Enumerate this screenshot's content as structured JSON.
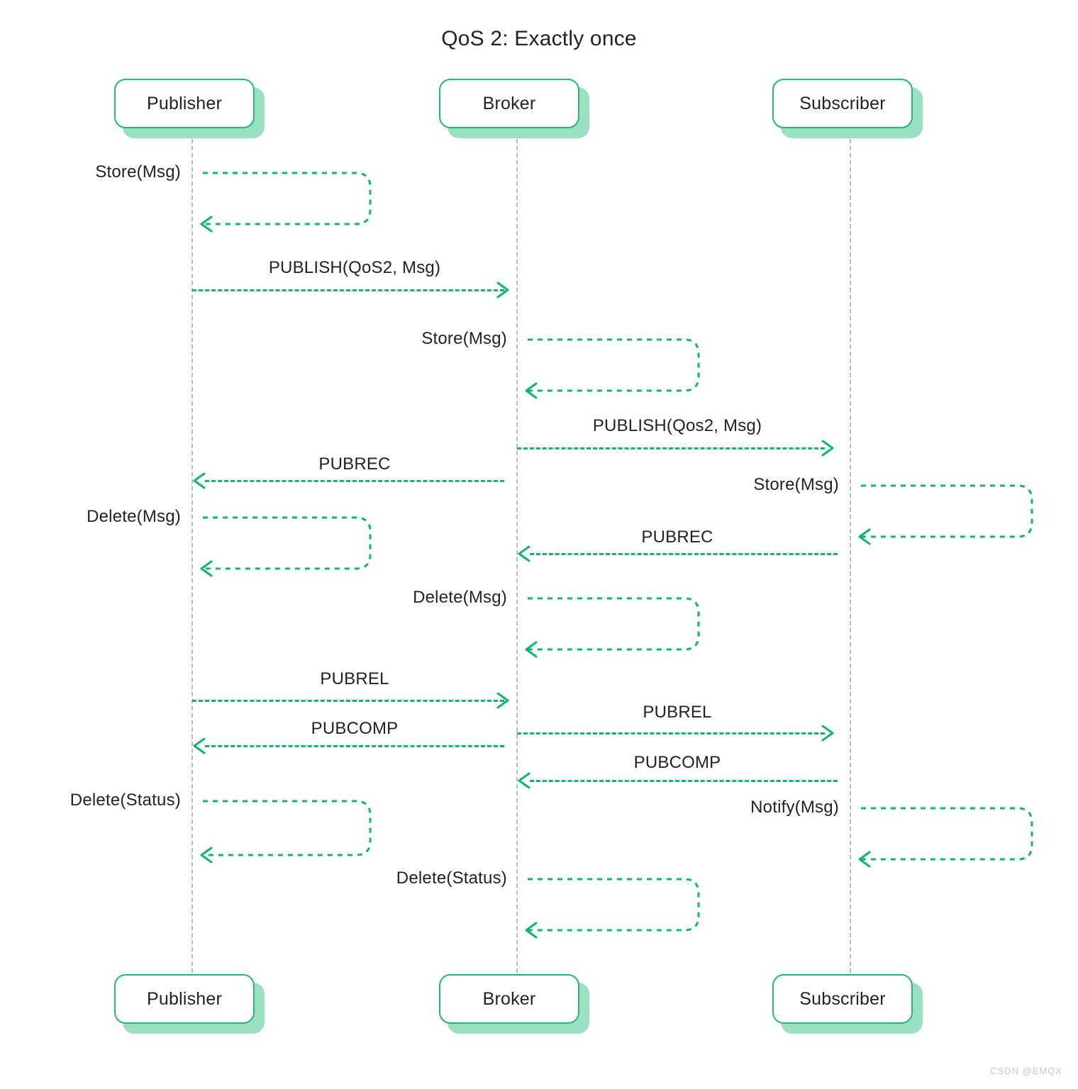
{
  "title": "QoS 2: Exactly once",
  "colors": {
    "accent_green": "#12B27C",
    "box_border": "#21BA72",
    "box_shadow": "#9AE0C1",
    "lifeline": "#b8b8b8",
    "text": "#232323",
    "watermark": "#c9c9c9",
    "background": "#ffffff"
  },
  "watermark": "CSDN @EMQX",
  "actors": [
    {
      "id": "publisher",
      "label": "Publisher"
    },
    {
      "id": "broker",
      "label": "Broker"
    },
    {
      "id": "subscriber",
      "label": "Subscriber"
    }
  ],
  "actors_bottom": [
    {
      "id": "publisher",
      "label": "Publisher"
    },
    {
      "id": "broker",
      "label": "Broker"
    },
    {
      "id": "subscriber",
      "label": "Subscriber"
    }
  ],
  "messages": [
    {
      "id": "m1",
      "kind": "self",
      "actor": "publisher",
      "label": "Store(Msg)"
    },
    {
      "id": "m2",
      "kind": "arrow",
      "from": "publisher",
      "to": "broker",
      "direction": "right",
      "label": "PUBLISH(QoS2, Msg)"
    },
    {
      "id": "m3",
      "kind": "self",
      "actor": "broker",
      "label": "Store(Msg)"
    },
    {
      "id": "m4",
      "kind": "arrow",
      "from": "broker",
      "to": "subscriber",
      "direction": "right",
      "label": "PUBLISH(Qos2, Msg)"
    },
    {
      "id": "m5",
      "kind": "arrow",
      "from": "broker",
      "to": "publisher",
      "direction": "left",
      "label": "PUBREC"
    },
    {
      "id": "m6",
      "kind": "self",
      "actor": "subscriber",
      "label": "Store(Msg)"
    },
    {
      "id": "m7",
      "kind": "self",
      "actor": "publisher",
      "label": "Delete(Msg)"
    },
    {
      "id": "m8",
      "kind": "arrow",
      "from": "subscriber",
      "to": "broker",
      "direction": "left",
      "label": "PUBREC"
    },
    {
      "id": "m9",
      "kind": "self",
      "actor": "broker",
      "label": "Delete(Msg)"
    },
    {
      "id": "m10",
      "kind": "arrow",
      "from": "publisher",
      "to": "broker",
      "direction": "right",
      "label": "PUBREL"
    },
    {
      "id": "m11",
      "kind": "arrow",
      "from": "broker",
      "to": "subscriber",
      "direction": "right",
      "label": "PUBREL"
    },
    {
      "id": "m12",
      "kind": "arrow",
      "from": "broker",
      "to": "publisher",
      "direction": "left",
      "label": "PUBCOMP"
    },
    {
      "id": "m13",
      "kind": "arrow",
      "from": "subscriber",
      "to": "broker",
      "direction": "left",
      "label": "PUBCOMP"
    },
    {
      "id": "m14",
      "kind": "self",
      "actor": "publisher",
      "label": "Delete(Status)"
    },
    {
      "id": "m15",
      "kind": "self",
      "actor": "subscriber",
      "label": "Notify(Msg)"
    },
    {
      "id": "m16",
      "kind": "self",
      "actor": "broker",
      "label": "Delete(Status)"
    }
  ]
}
